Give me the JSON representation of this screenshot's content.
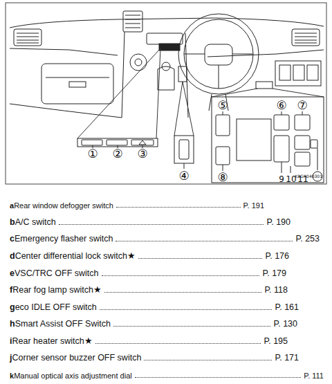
{
  "diagram": {
    "labels": [
      "①",
      "②",
      "③",
      "④",
      "⑤",
      "⑥",
      "⑦",
      "⑧",
      "9",
      "10",
      "11",
      "KBGR040301",
      "a",
      "Rear window defogger switch",
      "P. 191",
      "b",
      "A/C switch",
      "P. 190",
      "c",
      "Emergency flasher switch",
      "P. 253",
      "d",
      "Center differential lock switch★",
      "P. 176",
      "e",
      "VSC/TRC OFF switch",
      "P. 179",
      "f",
      "Rear fog lamp switch★",
      "P. 118",
      "g",
      "eco IDLE OFF switch",
      "P. 161",
      "h",
      "Smart Assist OFF Switch",
      "P. 130",
      "i",
      "Rear heater switch★",
      "P. 195",
      "j",
      "Corner sensor buzzer OFF switch",
      "P. 171",
      "k",
      "Manual optical axis adjustment dial",
      "P. 111"
    ]
  }
}
